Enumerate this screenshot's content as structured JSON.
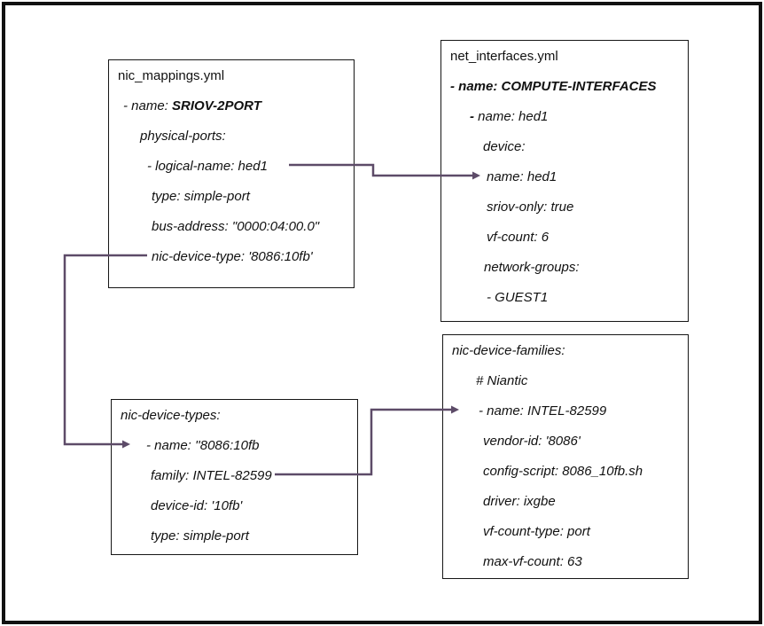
{
  "colors": {
    "connector": "#5d4b68",
    "box_border": "#161616",
    "outer_border": "#111111",
    "background": "#ffffff",
    "text": "#111111"
  },
  "boxes": [
    {
      "title": "nic_mappings.yml",
      "lines": [
        {
          "indent": 6,
          "parts": [
            {
              "text": "- name: "
            },
            {
              "text": "SRIOV-2PORT",
              "bold": true
            }
          ]
        },
        {
          "indent": 25,
          "parts": [
            {
              "text": "physical-ports:"
            }
          ]
        },
        {
          "indent": 33,
          "parts": [
            {
              "text": "- logical-name: hed1"
            }
          ]
        },
        {
          "indent": 38,
          "parts": [
            {
              "text": "type: simple-port"
            }
          ]
        },
        {
          "indent": 38,
          "parts": [
            {
              "text": "bus-address: \"0000:04:00.0\""
            }
          ]
        },
        {
          "indent": 38,
          "parts": [
            {
              "text": "nic-device-type: '8086:10fb'"
            }
          ]
        }
      ]
    },
    {
      "title": "net_interfaces.yml",
      "lines": [
        {
          "indent": 0,
          "parts": [
            {
              "text": "- name: COMPUTE-INTERFACES",
              "bold": true
            }
          ]
        },
        {
          "indent": 22,
          "parts": [
            {
              "text": "- ",
              "bold": true
            },
            {
              "text": "name: hed1"
            }
          ]
        },
        {
          "indent": 37,
          "parts": [
            {
              "text": "device:"
            }
          ]
        },
        {
          "indent": 41,
          "parts": [
            {
              "text": "name: hed1"
            }
          ]
        },
        {
          "indent": 41,
          "parts": [
            {
              "text": "sriov-only: true"
            }
          ]
        },
        {
          "indent": 41,
          "parts": [
            {
              "text": "vf-count: 6"
            }
          ]
        },
        {
          "indent": 38,
          "parts": [
            {
              "text": "network-groups:"
            }
          ]
        },
        {
          "indent": 41,
          "parts": [
            {
              "text": "- GUEST1"
            }
          ]
        }
      ]
    },
    {
      "title": "nic-device-types:",
      "lines": [
        {
          "indent": 29,
          "parts": [
            {
              "text": "- name: ''8086:10fb"
            }
          ]
        },
        {
          "indent": 34,
          "parts": [
            {
              "text": "family: INTEL-82599"
            }
          ]
        },
        {
          "indent": 34,
          "parts": [
            {
              "text": "device-id: '10fb'"
            }
          ]
        },
        {
          "indent": 34,
          "parts": [
            {
              "text": "type: simple-port"
            }
          ]
        }
      ]
    },
    {
      "title": "nic-device-families:",
      "lines": [
        {
          "indent": 27,
          "parts": [
            {
              "text": "# Niantic"
            }
          ]
        },
        {
          "indent": 30,
          "parts": [
            {
              "text": "- name: INTEL-82599"
            }
          ]
        },
        {
          "indent": 35,
          "parts": [
            {
              "text": "vendor-id: '8086'"
            }
          ]
        },
        {
          "indent": 35,
          "parts": [
            {
              "text": "config-script: 8086_10fb.sh"
            }
          ]
        },
        {
          "indent": 35,
          "parts": [
            {
              "text": "driver: ixgbe"
            }
          ]
        },
        {
          "indent": 35,
          "parts": [
            {
              "text": "vf-count-type: port"
            }
          ]
        },
        {
          "indent": 35,
          "parts": [
            {
              "text": "max-vf-count: 63"
            }
          ]
        }
      ]
    }
  ],
  "connectors": [
    {
      "from": "nic_mappings.yml / logical-name: hed1",
      "to": "net_interfaces.yml / name: hed1"
    },
    {
      "from": "nic_mappings.yml / nic-device-type: '8086:10fb'",
      "to": "nic-device-types / - name: ''8086:10fb"
    },
    {
      "from": "nic-device-types / family: INTEL-82599",
      "to": "nic-device-families / - name: INTEL-82599"
    }
  ]
}
